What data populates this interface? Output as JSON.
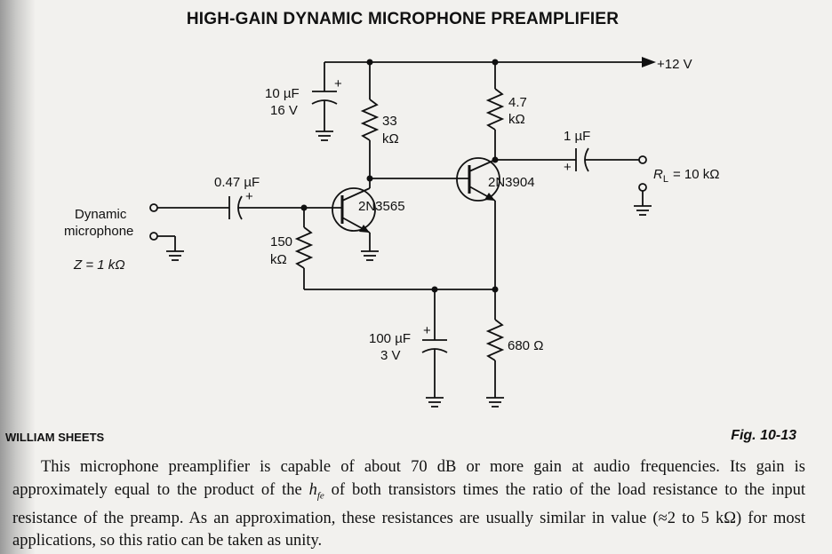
{
  "title": "HIGH-GAIN DYNAMIC MICROPHONE PREAMPLIFIER",
  "author": "WILLIAM SHEETS",
  "figure_number": "Fig. 10-13",
  "supply": {
    "label": "+12 V"
  },
  "input": {
    "name_line1": "Dynamic",
    "name_line2": "microphone",
    "impedance": "Z = 1 kΩ"
  },
  "components": {
    "c_supply": {
      "value": "10 µF",
      "voltage": "16 V",
      "polarity": "+"
    },
    "c_input": {
      "value": "0.47 µF",
      "polarity": "+"
    },
    "c_output": {
      "value": "1 µF",
      "polarity": "+"
    },
    "c_bypass": {
      "value": "100 µF",
      "voltage": "3 V",
      "polarity": "+"
    },
    "r_collector1": {
      "value_line1": "33",
      "value_line2": "kΩ"
    },
    "r_collector2": {
      "value_line1": "4.7",
      "value_line2": "kΩ"
    },
    "r_feedback": {
      "value_line1": "150",
      "value_line2": "kΩ"
    },
    "r_emitter": {
      "value": "680 Ω"
    },
    "q1": {
      "part": "2N3565"
    },
    "q2": {
      "part": "2N3904"
    },
    "load": {
      "symbol": "R",
      "subscript": "L",
      "value": "= 10 kΩ"
    }
  },
  "caption": {
    "part1": "This microphone preamplifier is capable of about 70 dB or more gain at audio frequencies. Its gain is approximately equal to the product of the ",
    "hfe_base": "h",
    "hfe_sub": "fe",
    "part2": " of both transistors times the ratio of the load resistance to the input resistance of the preamp. As an approximation, these resistances are usually similar in value (≈2 to 5 kΩ) for most applications, so this ratio can be taken as unity."
  }
}
